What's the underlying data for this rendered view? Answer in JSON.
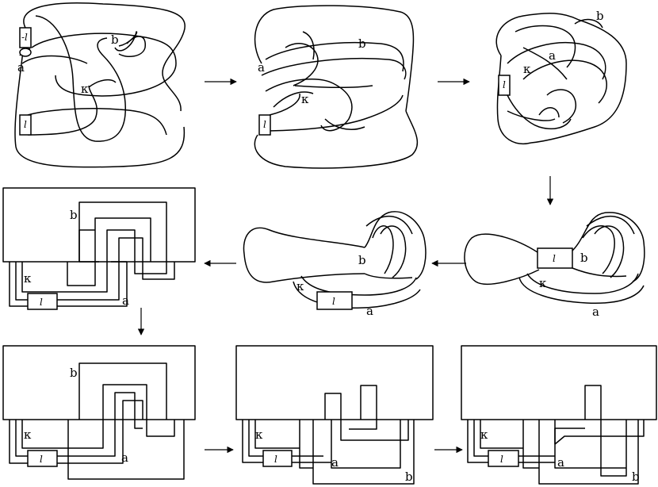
{
  "labels": {
    "a": "a",
    "b": "b",
    "kappa": "κ",
    "box_l": "l",
    "box_neg_l": "-l"
  },
  "colors": {
    "stroke": "#000000",
    "background": "#ffffff"
  }
}
